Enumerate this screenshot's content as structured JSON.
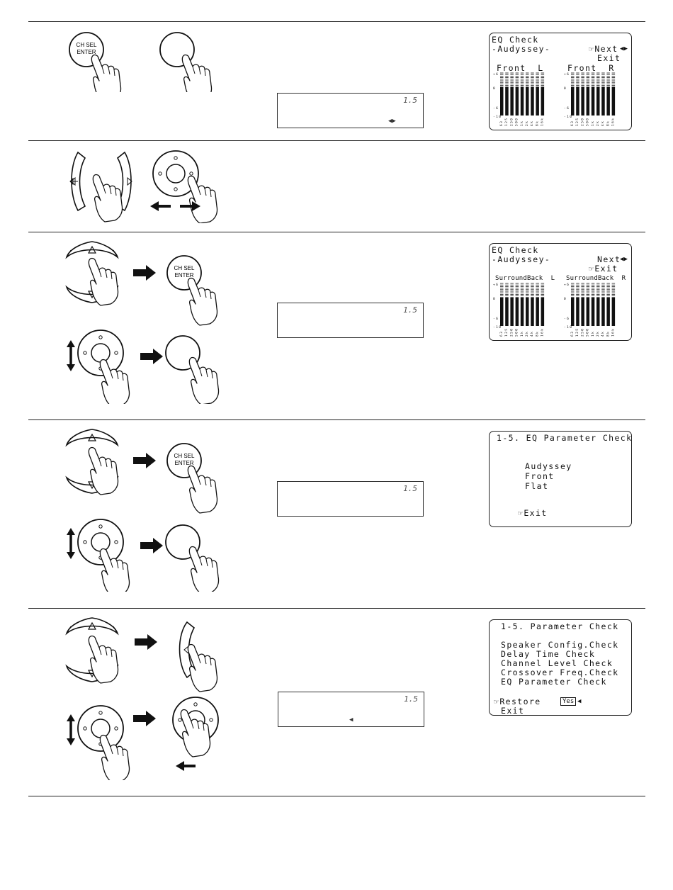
{
  "buttons": {
    "ch_sel": "CH SEL",
    "enter": "ENTER"
  },
  "lcd": {
    "number": "1.5",
    "arrows_lr": "◀▶",
    "arrow_left": "◀"
  },
  "screens": {
    "eq_front": {
      "title": "EQ Check",
      "subtitle": "-Audyssey-",
      "next": "☞Next",
      "arrows": "◀▶",
      "exit": "Exit",
      "left_label": "Front  L",
      "right_label": "Front  R",
      "scale": [
        "+6",
        "0",
        "-6",
        "-10"
      ],
      "freqs": [
        "63",
        "125",
        "250",
        "500",
        "1k",
        "2k",
        "4k",
        "8k",
        "16k"
      ]
    },
    "eq_surround": {
      "title": "EQ Check",
      "subtitle": "-Audyssey-",
      "next": "Next",
      "arrows": "◀▶",
      "exit": "☞Exit",
      "left_label": "SurroundBack  L",
      "right_label": "SurroundBack  R",
      "scale": [
        "+6",
        "0",
        "-6",
        "-10"
      ],
      "freqs": [
        "63",
        "125",
        "250",
        "500",
        "1k",
        "2k",
        "4k",
        "8k",
        "16k"
      ]
    },
    "eq_param": {
      "title": "1-5. EQ Parameter Check",
      "items": [
        "Audyssey",
        "Front",
        "Flat"
      ],
      "exit": "☞Exit"
    },
    "param_check": {
      "title": "1-5. Parameter Check",
      "items": [
        "Speaker Config.Check",
        "Delay Time Check",
        "Channel Level Check",
        "Crossover Freq.Check",
        "EQ Parameter Check"
      ],
      "restore": "☞Restore",
      "yes": "Yes",
      "yes_arrow": "◀",
      "exit": "Exit"
    }
  }
}
